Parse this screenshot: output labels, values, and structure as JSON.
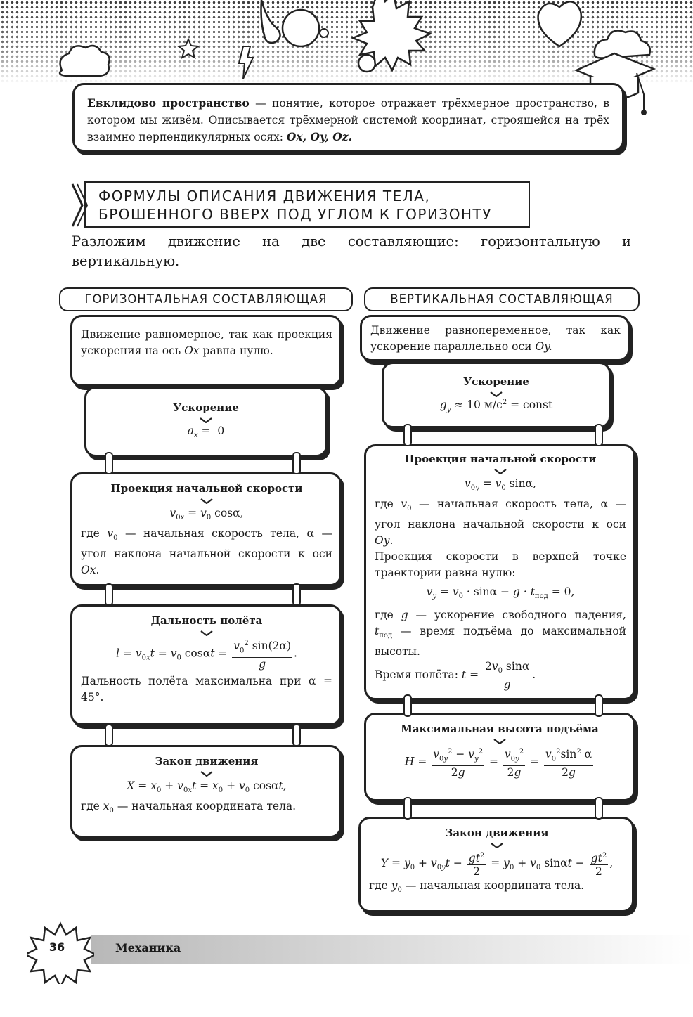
{
  "definition": {
    "term": "Евклидово пространство",
    "text": " — понятие, которое отражает трёхмерное пространство, в котором мы живём. Описывается трёхмерной системой координат, строящейся на трёх взаимно перпендикулярных осях: ",
    "axes": "Ox, Oy, Oz."
  },
  "heading": {
    "line1": "ФОРМУЛЫ ОПИСАНИЯ ДВИЖЕНИЯ ТЕЛА,",
    "line2": "БРОШЕННОГО ВВЕРХ ПОД УГЛОМ К ГОРИЗОНТУ"
  },
  "intro": "Разложим движение на две составляющие: горизонтальную и вертикальную.",
  "left": {
    "header": "ГОРИЗОНТАЛЬНАЯ СОСТАВЛЯЮЩАЯ",
    "desc1": "Движение равномерное, так как проекция ускорения на ось ",
    "desc_axis": "Ox",
    "desc2": " равна нулю.",
    "accel_title": "Ускорение",
    "speed_title": "Проекция начальной скорости",
    "speed_where1": "где ",
    "speed_where2": " — начальная скорость тела, α — угол наклона начальной скорости к оси ",
    "speed_axis": "Ox",
    "range_title": "Дальность полёта",
    "range_note": "Дальность полёта максимальна при α = 45°.",
    "law_title": "Закон движения",
    "law_where1": "где ",
    "law_where2": " — начальная координата тела."
  },
  "right": {
    "header": "ВЕРТИКАЛЬНАЯ СОСТАВЛЯЮЩАЯ",
    "desc1": "Движение равнопеременное, так как ускорение параллельно оси ",
    "desc_axis": "Oy.",
    "accel_title": "Ускорение",
    "accel_value": " ≈ 10 м/с",
    "accel_const": " = const",
    "speed_title": "Проекция начальной скорости",
    "speed_where1": "где ",
    "speed_where2": " — начальная скорость тела, α — угол наклона начальной скорости к оси ",
    "speed_axis": "Oy",
    "top_text": "Проекция скорости в верхней точке траектории равна нулю:",
    "g_where1": "где ",
    "g_where2": " — ускорение свободного падения, ",
    "g_where3": " — время подъёма до максимальной высоты.",
    "flight_label": "Время полёта: ",
    "height_title": "Максимальная высота подъёма",
    "law_title": "Закон движения",
    "law_where1": "где ",
    "law_where2": " — начальная координата тела."
  },
  "footer": {
    "page": "36",
    "title": "Механика"
  }
}
